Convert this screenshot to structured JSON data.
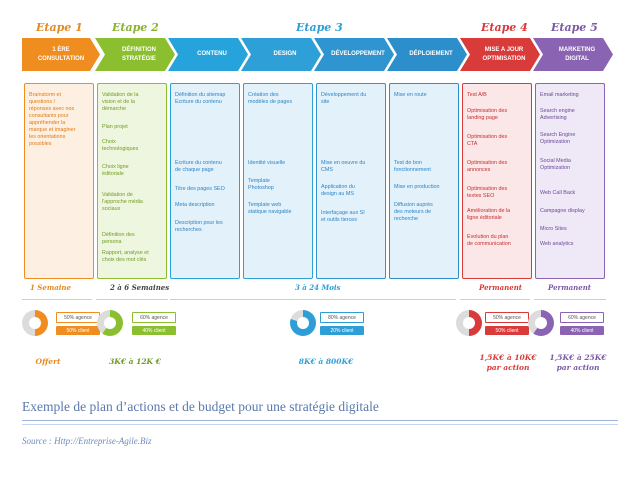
{
  "stages": [
    {
      "label": "Etape 1",
      "color": "#e48a24"
    },
    {
      "label": "Etape 2",
      "color": "#8ab42f"
    },
    {
      "label": "Etape 3",
      "color": "#2d9fd6"
    },
    {
      "label": "Etape 4",
      "color": "#d73a3a"
    },
    {
      "label": "Etape 5",
      "color": "#7b5aa6"
    }
  ],
  "steps": [
    {
      "label": "1 ÈRE\nCONSULTATION",
      "color": "#ef8d20"
    },
    {
      "label": "DÉFINITION\nSTRATÉGIE",
      "color": "#8cbf2f"
    },
    {
      "label": "CONTENU",
      "color": "#27a3dc"
    },
    {
      "label": "DESIGN",
      "color": "#2f9fd8"
    },
    {
      "label": "DÉVELOPPEMENT",
      "color": "#2f95d0"
    },
    {
      "label": "DÉPLOIEMENT",
      "color": "#2c8fcc"
    },
    {
      "label": "MISE A JOUR\nOPTIMISATION",
      "color": "#d93a3a"
    },
    {
      "label": "MARKETING\nDIGITAL",
      "color": "#8a63b3"
    }
  ],
  "columns": [
    {
      "color": "#ef8d20",
      "items": [
        "Brainstorm et\nquestions /\nréponses avec nos\nconsultants pour\nappréhender la\nmarque et imaginer\nles orientations\npossibles"
      ]
    },
    {
      "color": "#8cbf2f",
      "items": [
        "Validation de la\nvision et de la\ndémarche",
        "Plan projet",
        "Choix\ntechnologiques",
        "Choix ligne\néditoriale",
        "Validation de\nl'approche média\nsociaux",
        "Définition des\npersona",
        "Rapport, analyse et\nchoix des mot clés"
      ]
    },
    {
      "color": "#27a3dc",
      "items": [
        "Définition du sitemap\nEcriture du contenu",
        "Ecriture du contenu\nde chaque page",
        "Titre des pages SEO",
        "Meta description",
        "Description pour les\nrecherches"
      ]
    },
    {
      "color": "#2f9fd8",
      "items": [
        "Création des\nmodèles de pages",
        "Identité visuelle",
        "Template\nPhotoshop",
        "Template web\nstatique navigable"
      ]
    },
    {
      "color": "#2f95d0",
      "items": [
        "Développement du\nsite",
        "Mise en oeuvre du\nCMS",
        "Application du\ndesign au MS",
        "Interfaçage aux SI\net outils tierces"
      ]
    },
    {
      "color": "#2c8fcc",
      "items": [
        "Mise en route",
        "Test de bon\nfonctionnement",
        "Mise en production",
        "Diffusion auprès\ndes moteurs de\nrecherche"
      ]
    },
    {
      "color": "#d93a3a",
      "items": [
        "Test A/B",
        "Optimisation des\nlanding page",
        "Optimisation des\nCTA",
        "Optimisation des\nannonces",
        "Optimisation des\ntextes SEO",
        "Amélioration de la\nligne éditoriale",
        "Evolution du plan\nde communication"
      ]
    },
    {
      "color": "#8a63b3",
      "items": [
        "Email marketing",
        "Search engine\nAdvertising",
        "Search Engine\nOptimization",
        "Social Media\nOptimization",
        "Web Call Back",
        "Campagne display",
        "Micro Sites",
        "Web analytics"
      ]
    }
  ],
  "durations": [
    {
      "label": "1 Semaine",
      "color": "#e48a24"
    },
    {
      "label": "2 à 6 Semaines",
      "color": "#444444"
    },
    {
      "label": "3 à 24 Mois",
      "color": "#2d9fd6"
    },
    {
      "label": "Permanent",
      "color": "#d73a3a"
    },
    {
      "label": "Permanent",
      "color": "#7b5aa6"
    }
  ],
  "splits": [
    {
      "color": "#ef8d20",
      "agency_label": "50% agence",
      "client_label": "50% client",
      "agency_pct": 50
    },
    {
      "color": "#8cbf2f",
      "agency_label": "60% agence",
      "client_label": "40% client",
      "agency_pct": 60
    },
    {
      "color": "#2d9fd6",
      "agency_label": "80% agence",
      "client_label": "20% client",
      "agency_pct": 80
    },
    {
      "color": "#d93a3a",
      "agency_label": "50% agence",
      "client_label": "50% client",
      "agency_pct": 50
    },
    {
      "color": "#8a63b3",
      "agency_label": "60% agence",
      "client_label": "40% client",
      "agency_pct": 60
    }
  ],
  "budgets": [
    {
      "label": "Offert",
      "color": "#e48a24"
    },
    {
      "label": "3K€ à 12K €",
      "color": "#6d9a1f"
    },
    {
      "label": "8K€ à 800K€",
      "color": "#2d9fd6"
    },
    {
      "label": "1,5K€ à 10K€\npar action",
      "color": "#d73a3a"
    },
    {
      "label": "1,5K€ à 25K€\npar action",
      "color": "#7b5aa6"
    }
  ],
  "caption": "Exemple de plan d’actions et de budget pour une stratégie digitale",
  "source": "Source : Http://Entreprise-Agile.Biz"
}
